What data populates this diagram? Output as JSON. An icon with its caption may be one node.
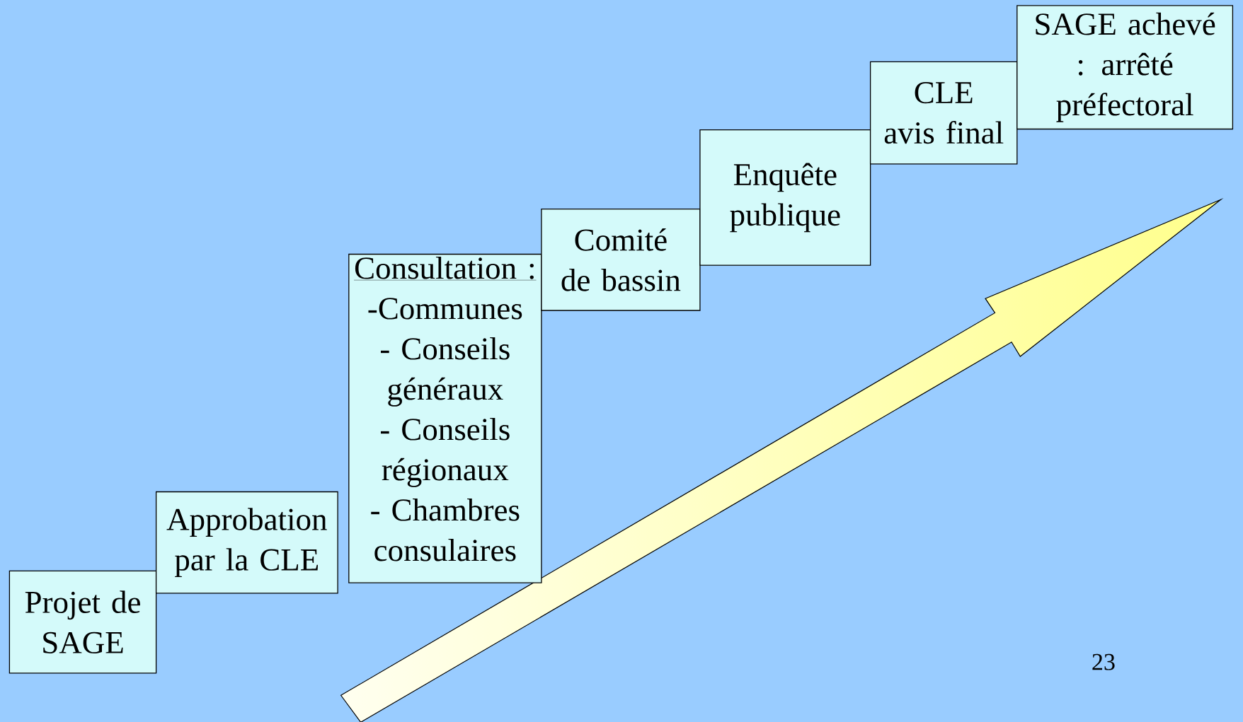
{
  "diagram": {
    "nodes": [
      {
        "text": [
          "Projet de SAGE"
        ]
      },
      {
        "text": [
          "Approbation par la CLE"
        ]
      },
      {
        "text": [
          "Consultation :",
          "-Communes",
          "- Conseils généraux",
          "- Conseils régionaux",
          "- Chambres consulaires"
        ]
      },
      {
        "text": [
          "Comité de bassin"
        ]
      },
      {
        "text": [
          "Enquête publique"
        ]
      },
      {
        "text": [
          "CLE avis final"
        ]
      },
      {
        "text": [
          "SAGE achevé : arrêté préfectoral"
        ]
      }
    ],
    "labels": [
      "23"
    ]
  }
}
